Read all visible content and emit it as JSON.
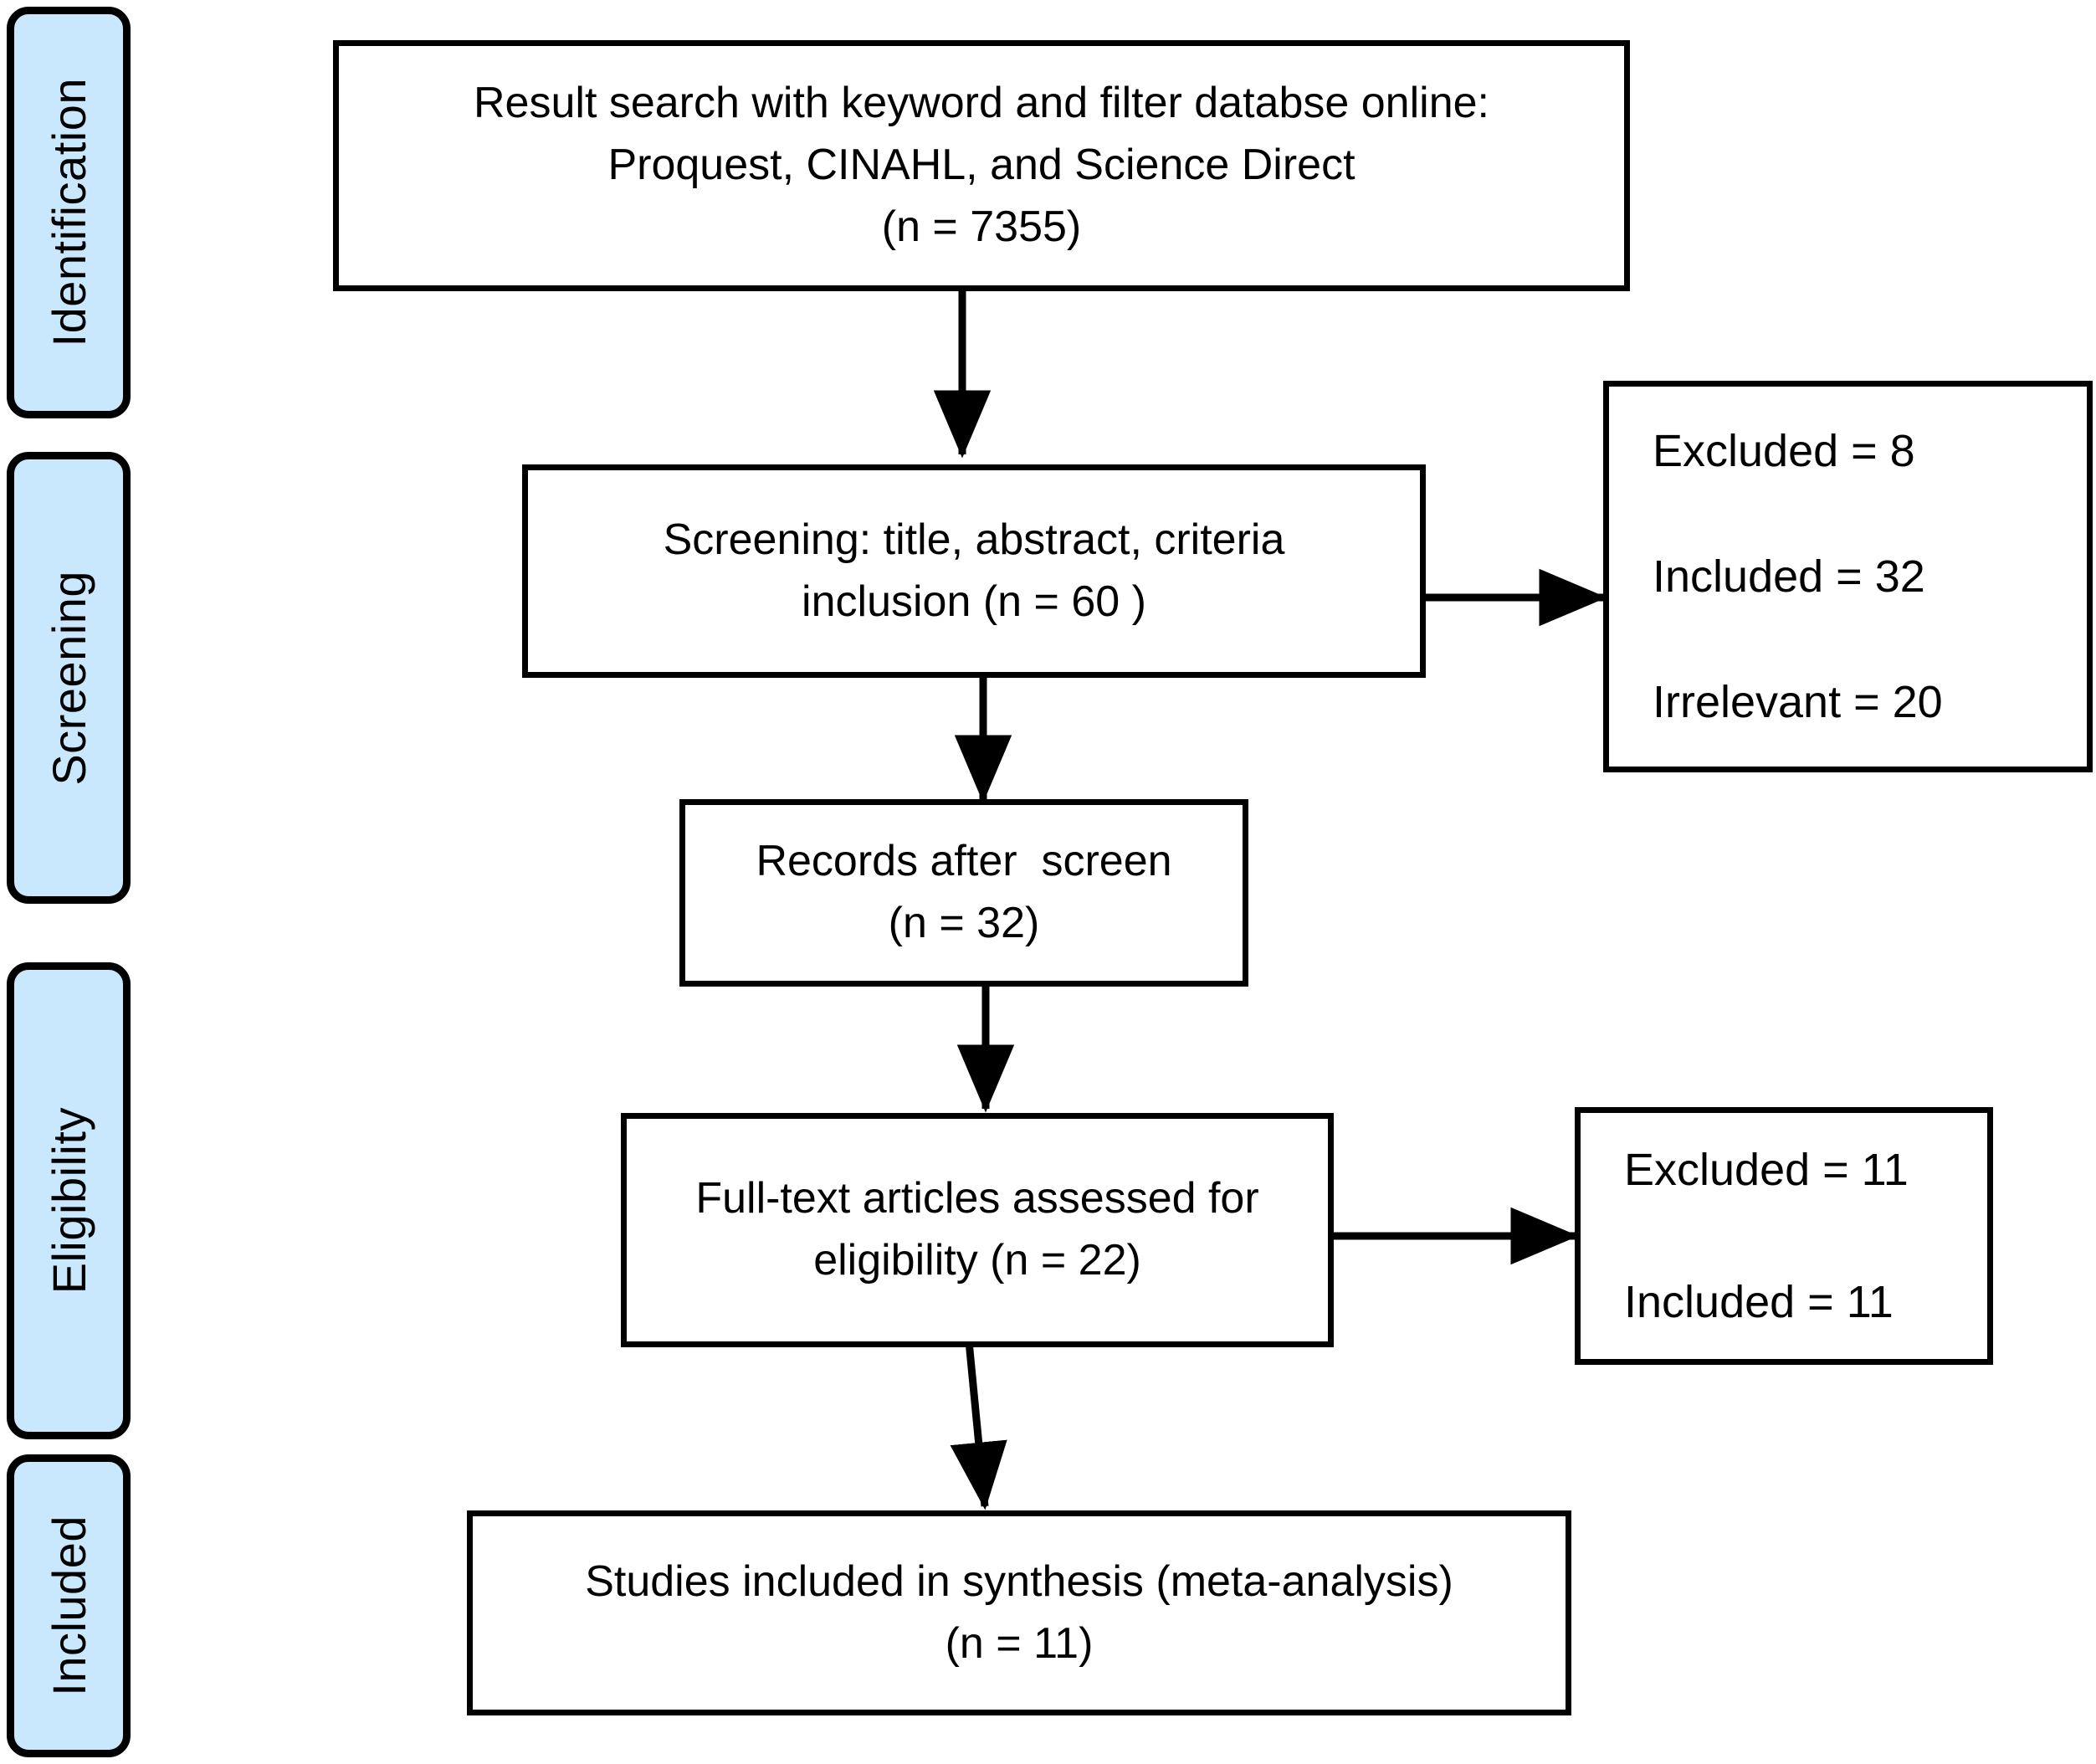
{
  "figure": {
    "type": "prisma-flow-diagram",
    "background_color": "#ffffff",
    "line_color": "#000000",
    "stage_fill_color": "#c9e8fd"
  },
  "stages": [
    {
      "id": "identification",
      "label": "Identification"
    },
    {
      "id": "screening",
      "label": "Screening"
    },
    {
      "id": "eligibility",
      "label": "Eligibility"
    },
    {
      "id": "included",
      "label": "Included"
    }
  ],
  "boxes": {
    "identification": {
      "line1": "Result search with keyword and filter databse online:",
      "line2": "Proquest, CINAHL, and Science Direct",
      "line3": "(n = 7355)"
    },
    "screening": {
      "line1": "Screening: title, abstract, criteria",
      "line2": "inclusion (n = 60 )"
    },
    "records_after_screen": {
      "line1": "Records after  screen",
      "line2": "(n = 32)"
    },
    "full_text": {
      "line1": "Full-text articles assessed for",
      "line2": "eligibility (n = 22)"
    },
    "included": {
      "line1": "Studies included in synthesis (meta-analysis)",
      "line2": "(n = 11)"
    }
  },
  "side_boxes": {
    "screening_exclusions": {
      "line1": "Excluded = 8",
      "line2": "Included = 32",
      "line3": "Irrelevant = 20"
    },
    "eligibility_exclusions": {
      "line1": "Excluded = 11",
      "line2": "Included = 11"
    }
  },
  "connectors": [
    {
      "id": "identification-to-screening",
      "direction": "down"
    },
    {
      "id": "screening-to-exclusions",
      "direction": "right"
    },
    {
      "id": "screening-to-records",
      "direction": "down"
    },
    {
      "id": "records-to-fulltext",
      "direction": "down"
    },
    {
      "id": "fulltext-to-exclusions",
      "direction": "right"
    },
    {
      "id": "fulltext-to-included",
      "direction": "down"
    }
  ]
}
